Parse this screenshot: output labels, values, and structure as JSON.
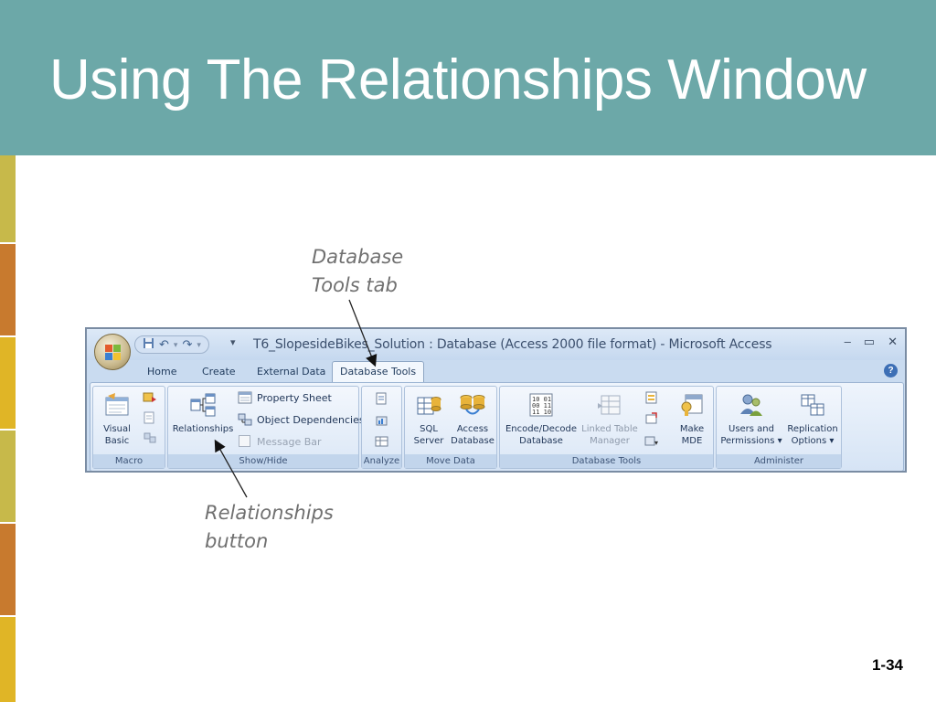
{
  "slide": {
    "title": "Using The Relationships Window",
    "number": "1-34"
  },
  "callouts": {
    "tab_line1": "Database",
    "tab_line2": "Tools tab",
    "button_line1": "Relationships",
    "button_line2": "button"
  },
  "colors": {
    "header": "#6ca8a8",
    "stripes": [
      "#c7b94a",
      "#c87a2e",
      "#e0b526",
      "#c7b94a",
      "#c87a2e",
      "#e0b526"
    ]
  },
  "window": {
    "title": "T6_SlopesideBikes_Solution : Database (Access 2000 file format) - Microsoft Access",
    "controls": {
      "minimize": "–",
      "maximize": "▭",
      "close": "✕"
    },
    "qat_more": "▾"
  },
  "tabs": [
    {
      "label": "Home",
      "active": false
    },
    {
      "label": "Create",
      "active": false
    },
    {
      "label": "External Data",
      "active": false
    },
    {
      "label": "Database Tools",
      "active": true
    }
  ],
  "ribbon": {
    "macro": {
      "label": "Macro",
      "visual_basic_line1": "Visual",
      "visual_basic_line2": "Basic"
    },
    "show_hide": {
      "label": "Show/Hide",
      "relationships": "Relationships",
      "property_sheet": "Property Sheet",
      "object_dependencies": "Object Dependencies",
      "message_bar": "Message Bar"
    },
    "analyze": {
      "label": "Analyze"
    },
    "move_data": {
      "label": "Move Data",
      "sql_line1": "SQL",
      "sql_line2": "Server",
      "access_line1": "Access",
      "access_line2": "Database"
    },
    "database_tools": {
      "label": "Database Tools",
      "encode_line1": "Encode/Decode",
      "encode_line2": "Database",
      "linked_line1": "Linked Table",
      "linked_line2": "Manager",
      "make_line1": "Make",
      "make_line2": "MDE"
    },
    "administer": {
      "label": "Administer",
      "users_line1": "Users and",
      "users_line2": "Permissions ▾",
      "replication_line1": "Replication",
      "replication_line2": "Options ▾"
    }
  },
  "icons": [
    "office-button-icon",
    "save-icon",
    "undo-icon",
    "redo-icon",
    "help-icon",
    "visual-basic-icon",
    "relationships-icon",
    "property-sheet-icon",
    "object-dependencies-icon",
    "sql-server-icon",
    "access-database-icon",
    "encode-decode-icon",
    "linked-table-manager-icon",
    "make-mde-icon",
    "users-permissions-icon",
    "replication-options-icon"
  ]
}
